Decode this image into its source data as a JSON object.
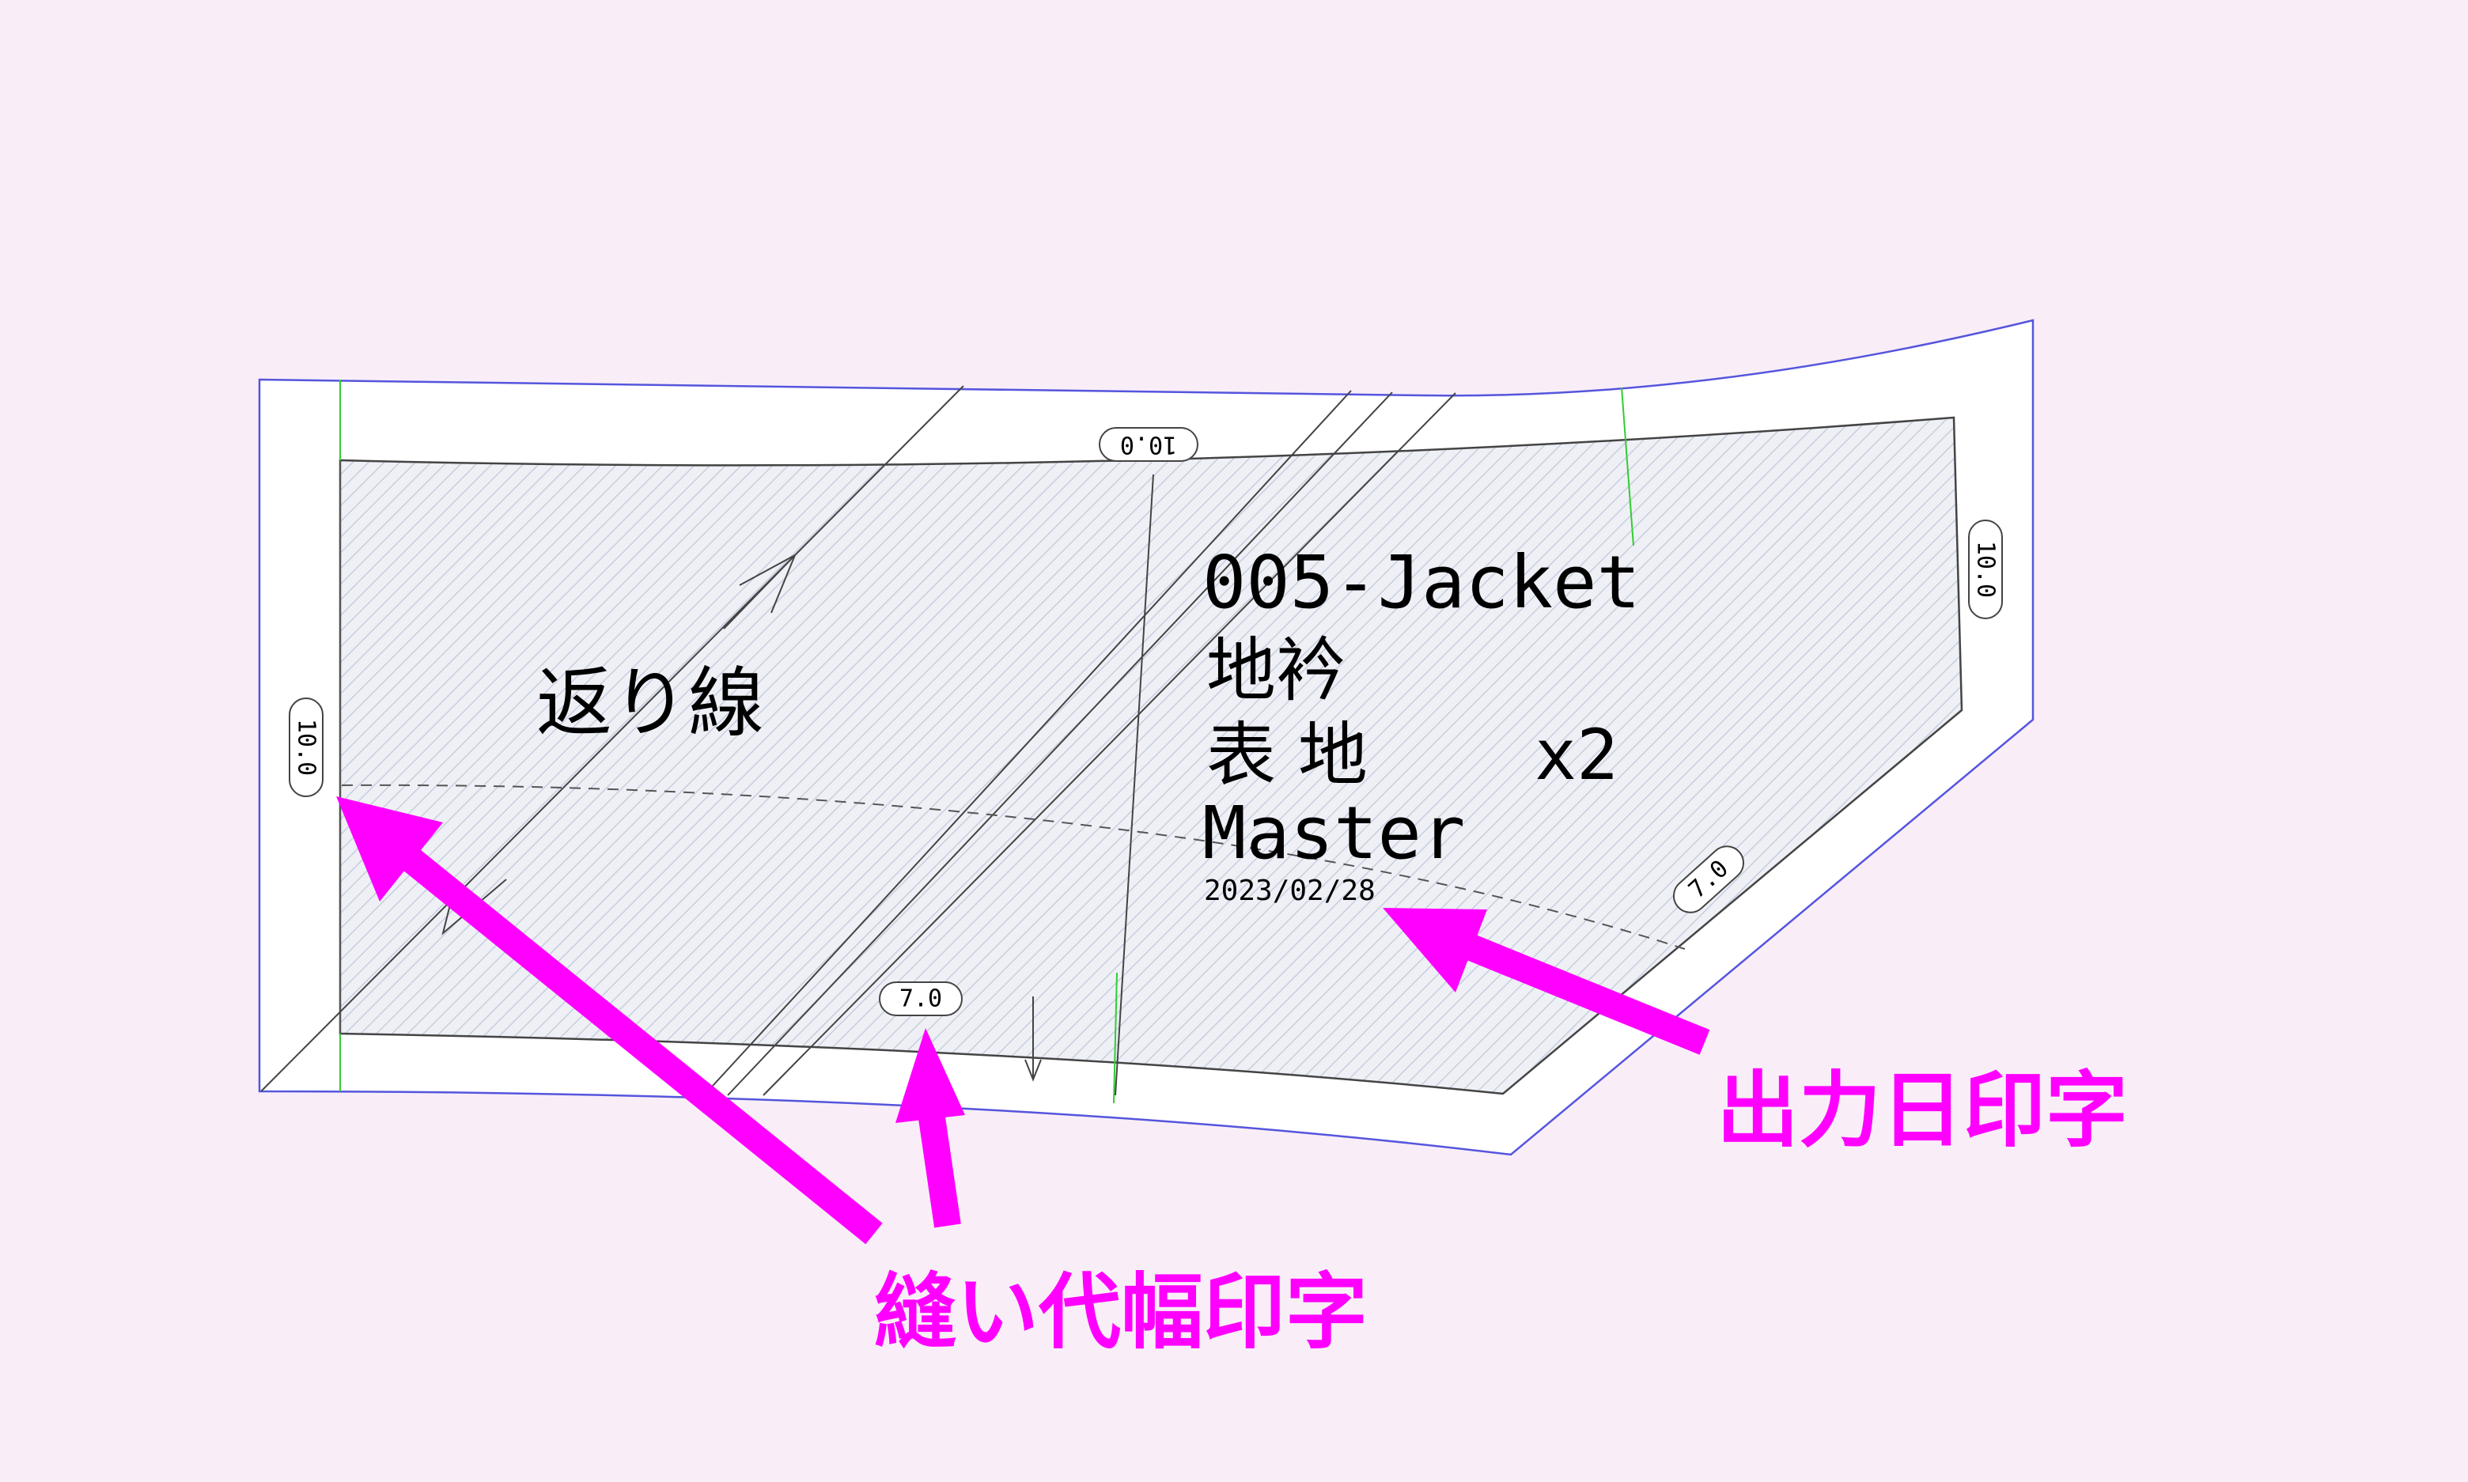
{
  "piece": {
    "product": "005-Jacket",
    "part": "地衿",
    "material": "表 地",
    "quantity": "x2",
    "size": "Master",
    "date": "2023/02/28",
    "fold_line_label": "返り線"
  },
  "allowances": {
    "top": "10.0",
    "right": "10.0",
    "left": "10.0",
    "bottom": "7.0",
    "bottom_right": "7.0"
  },
  "callouts": {
    "output_date": "出力日印字",
    "seam_allowance": "縫い代幅印字"
  },
  "colors": {
    "background": "#f9eef8",
    "cut_line": "#5555dd",
    "notch": "#33cc33",
    "callout": "#ff00ff"
  }
}
